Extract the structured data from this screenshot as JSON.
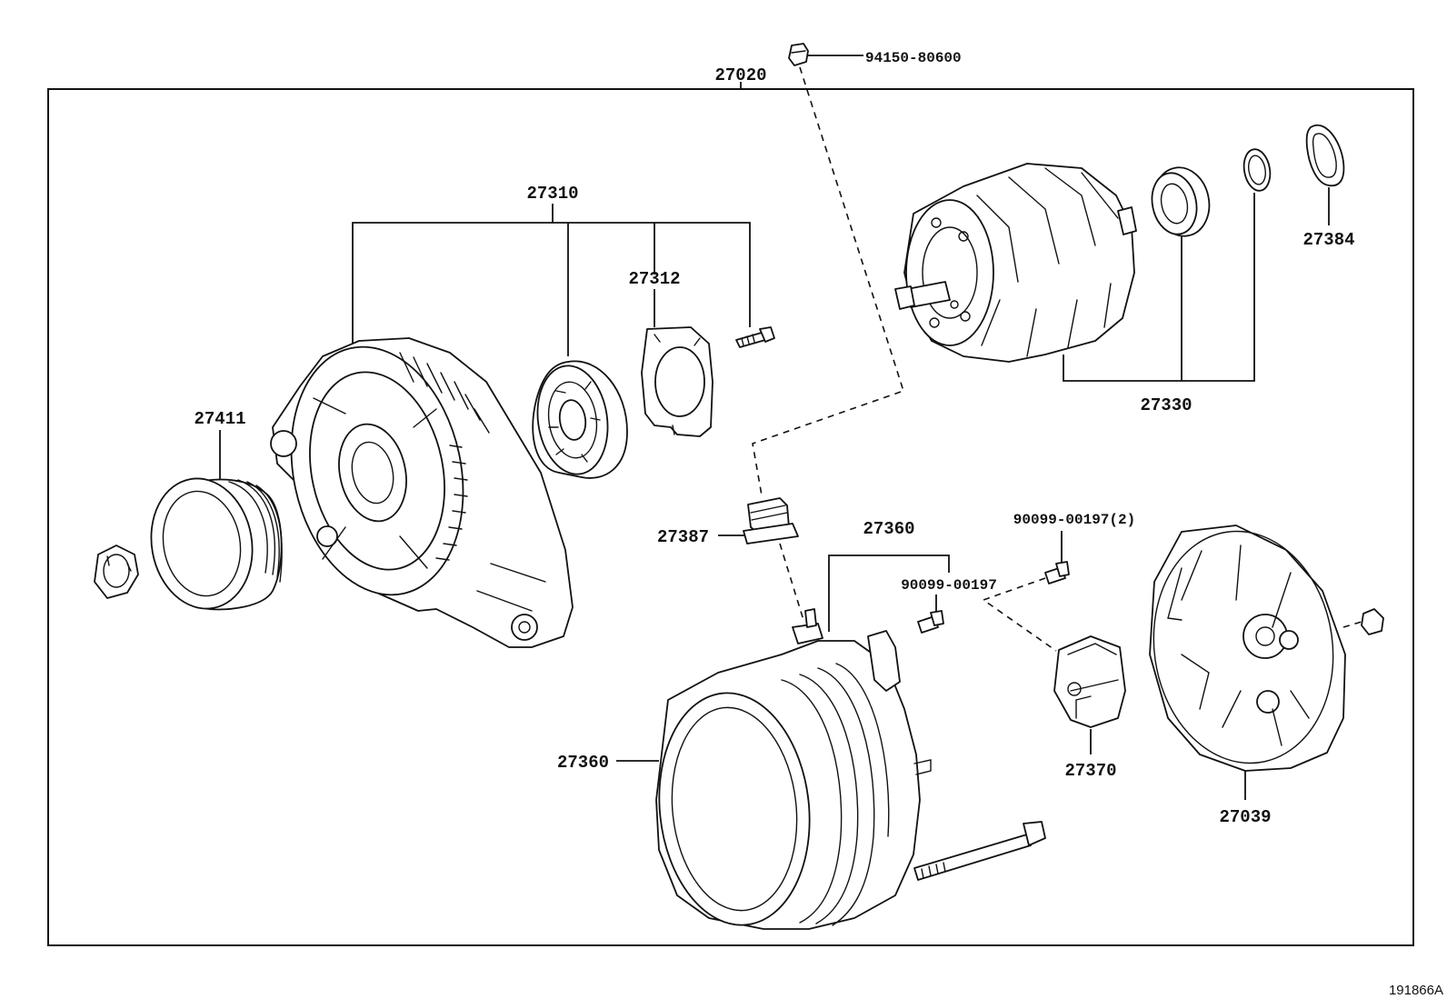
{
  "assembly": {
    "number": "27020"
  },
  "parts": {
    "p94150": "94150-80600",
    "p27310": "27310",
    "p27312": "27312",
    "p27384": "27384",
    "p27330": "27330",
    "p27411": "27411",
    "p27387": "27387",
    "p27360_top": "27360",
    "p90099_a": "90099-00197(2)",
    "p90099_b": "90099-00197",
    "p27360_stator": "27360",
    "p27370": "27370",
    "p27039": "27039"
  },
  "figure_id": "191866A",
  "icons": [
    "alternator-rotor-icon",
    "bearing-icon",
    "drive-end-frame-icon",
    "pulley-icon",
    "nut-icon",
    "stator-icon",
    "brush-holder-icon",
    "rear-cover-icon",
    "bolt-icon"
  ]
}
